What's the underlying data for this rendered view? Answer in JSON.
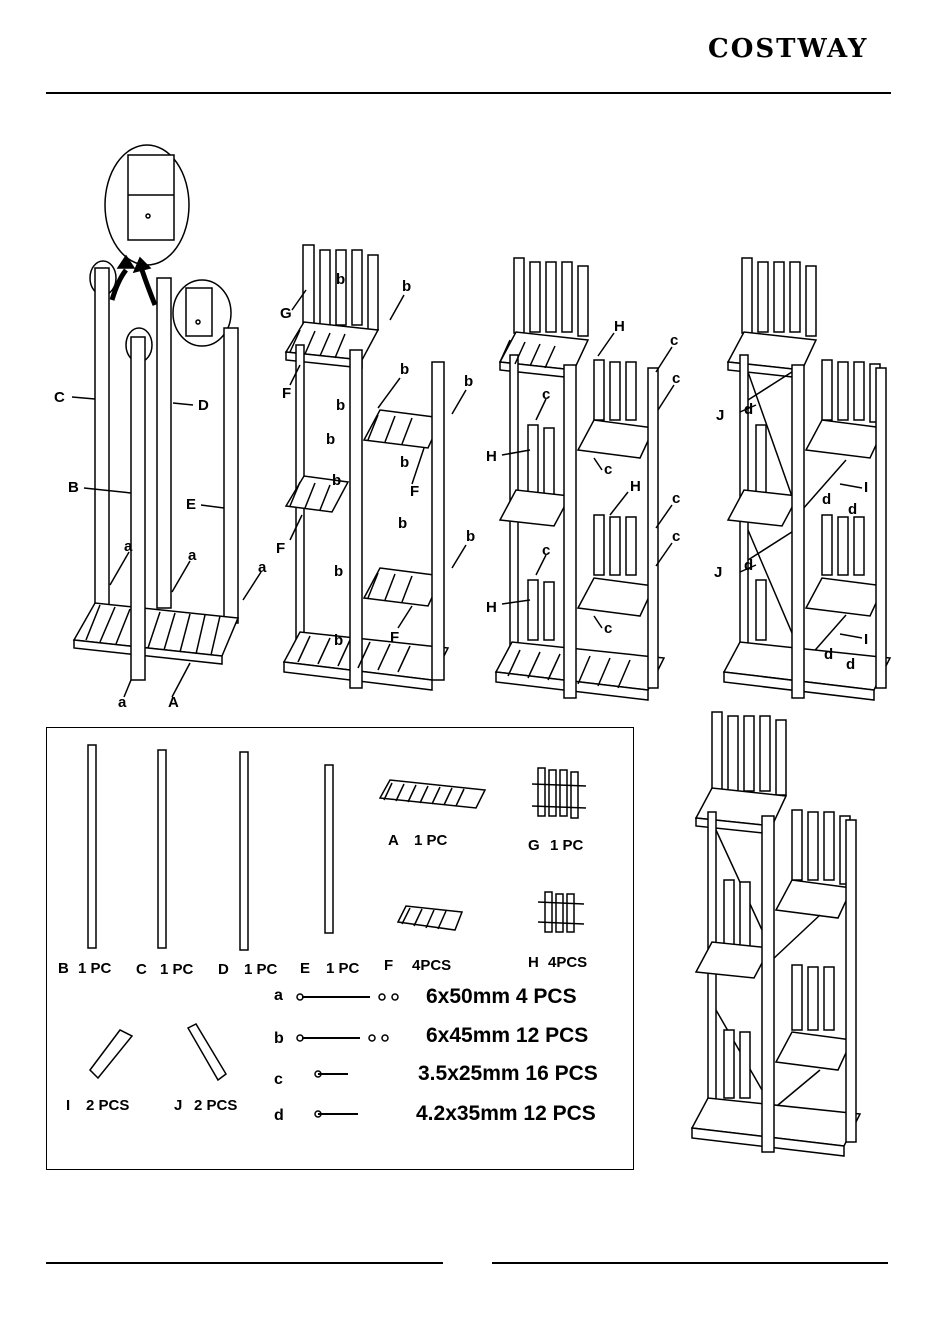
{
  "header": {
    "brand": "COSTWAY"
  },
  "step1": {
    "labels": {
      "C": "C",
      "D": "D",
      "B": "B",
      "E": "E",
      "A": "A",
      "a1": "a",
      "a2": "a",
      "a3": "a",
      "a4": "a"
    }
  },
  "step2": {
    "labels": {
      "G": "G",
      "F1": "F",
      "F2": "F",
      "F3": "F",
      "F4": "F",
      "b": "b"
    }
  },
  "step3": {
    "labels": {
      "H1": "H",
      "H2": "H",
      "H3": "H",
      "H4": "H",
      "c": "c"
    }
  },
  "step4": {
    "labels": {
      "J1": "J",
      "J2": "J",
      "I1": "I",
      "I2": "I",
      "d": "d"
    }
  },
  "parts": [
    {
      "id": "B",
      "qty": "1 PC"
    },
    {
      "id": "C",
      "qty": "1 PC"
    },
    {
      "id": "D",
      "qty": "1 PC"
    },
    {
      "id": "E",
      "qty": "1 PC"
    },
    {
      "id": "F",
      "qty": "4PCS"
    },
    {
      "id": "A",
      "qty": "1 PC"
    },
    {
      "id": "G",
      "qty": "1 PC"
    },
    {
      "id": "H",
      "qty": "4PCS"
    },
    {
      "id": "I",
      "qty": "2 PCS"
    },
    {
      "id": "J",
      "qty": "2 PCS"
    }
  ],
  "hardware": [
    {
      "id": "a",
      "spec": "6x50mm  4 PCS"
    },
    {
      "id": "b",
      "spec": "6x45mm  12 PCS"
    },
    {
      "id": "c",
      "spec": "3.5x25mm  16 PCS"
    },
    {
      "id": "d",
      "spec": "4.2x35mm  12 PCS"
    }
  ]
}
